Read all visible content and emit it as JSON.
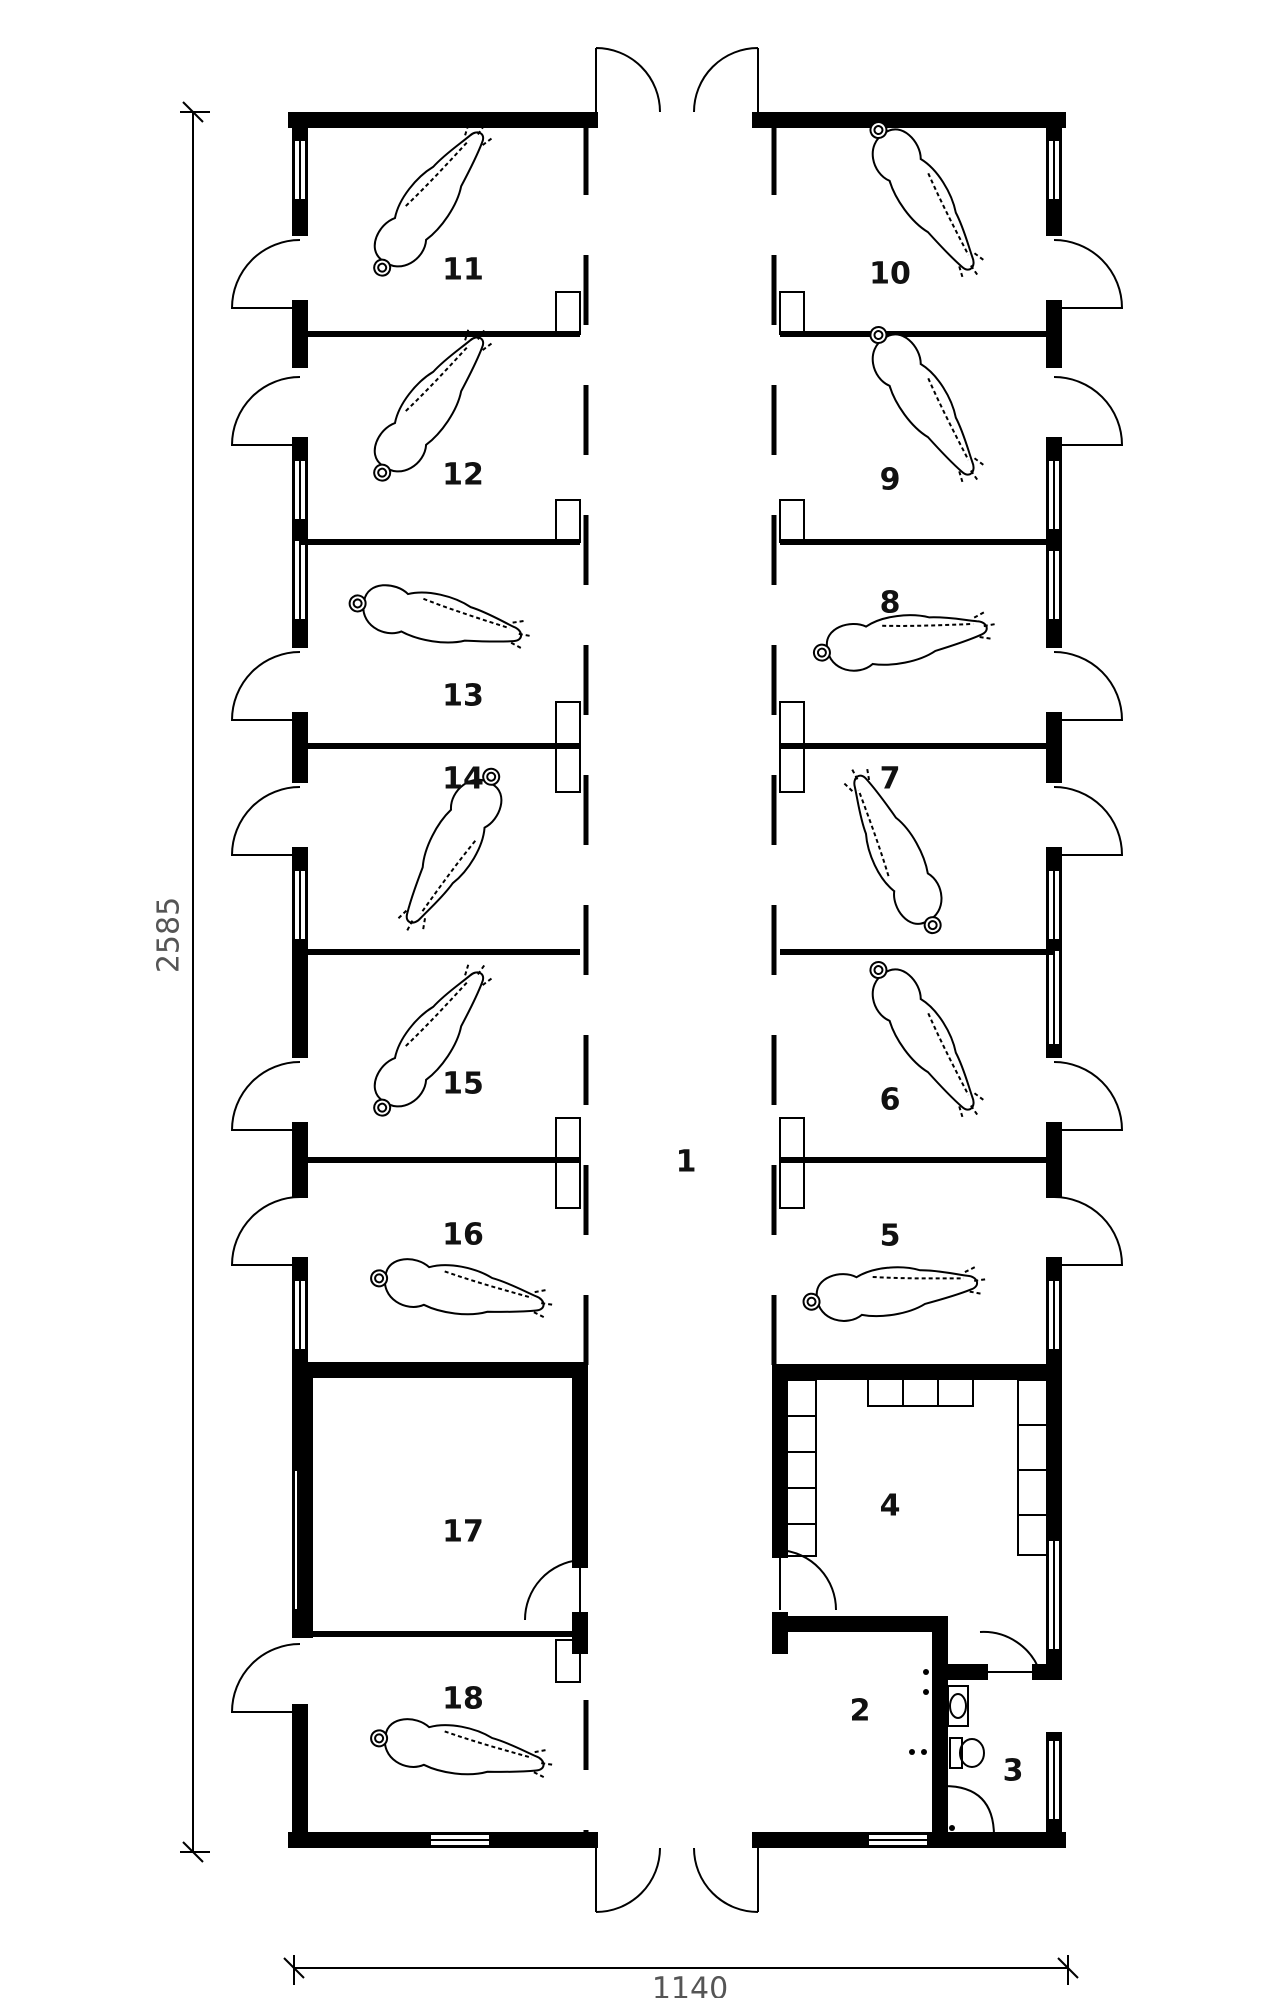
{
  "dimensions": {
    "height_label": "2585",
    "width_label": "1140"
  },
  "rooms": [
    {
      "id": "1",
      "label": "1"
    },
    {
      "id": "2",
      "label": "2"
    },
    {
      "id": "3",
      "label": "3"
    },
    {
      "id": "4",
      "label": "4"
    },
    {
      "id": "5",
      "label": "5"
    },
    {
      "id": "6",
      "label": "6"
    },
    {
      "id": "7",
      "label": "7"
    },
    {
      "id": "8",
      "label": "8"
    },
    {
      "id": "9",
      "label": "9"
    },
    {
      "id": "10",
      "label": "10"
    },
    {
      "id": "11",
      "label": "11"
    },
    {
      "id": "12",
      "label": "12"
    },
    {
      "id": "13",
      "label": "13"
    },
    {
      "id": "14",
      "label": "14"
    },
    {
      "id": "15",
      "label": "15"
    },
    {
      "id": "16",
      "label": "16"
    },
    {
      "id": "17",
      "label": "17"
    },
    {
      "id": "18",
      "label": "18"
    }
  ],
  "icons": {
    "horse": "horse-icon",
    "door": "door-swing-icon",
    "toilet": "toilet-icon",
    "sink": "sink-icon",
    "shower": "shower-icon"
  }
}
